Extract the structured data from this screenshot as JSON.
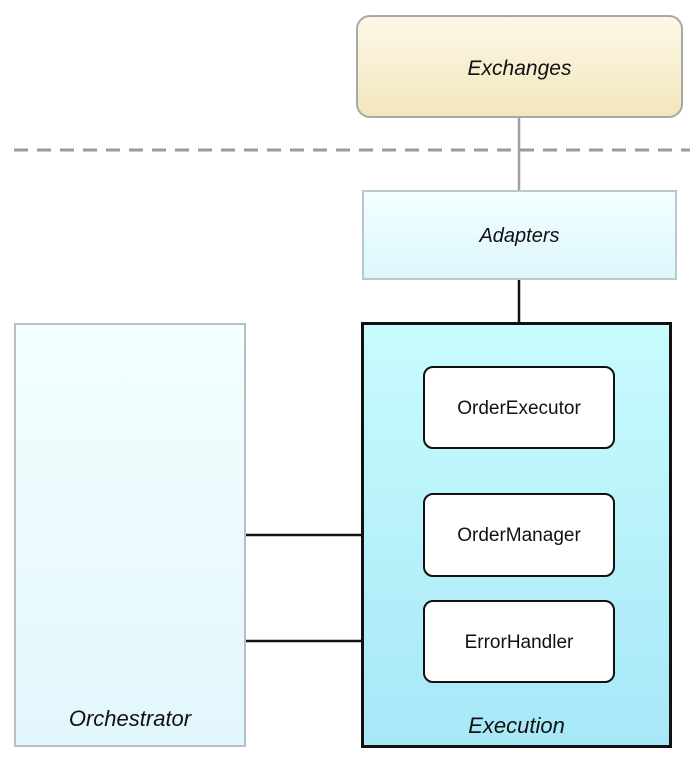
{
  "diagram": {
    "exchanges": {
      "label": "Exchanges"
    },
    "adapters": {
      "label": "Adapters"
    },
    "orchestrator": {
      "label": "Orchestrator"
    },
    "execution": {
      "label": "Execution",
      "components": {
        "order_executor": "OrderExecutor",
        "order_manager": "OrderManager",
        "error_handler": "ErrorHandler"
      }
    },
    "colors": {
      "exchanges_fill": "#f5ebc8",
      "adapters_fill": "#e6f9fd",
      "orchestrator_fill": "#e8f9fd",
      "execution_fill": "#b8f1fa",
      "connector_gray": "#a0a0a0",
      "connector_dark": "#111111"
    }
  }
}
